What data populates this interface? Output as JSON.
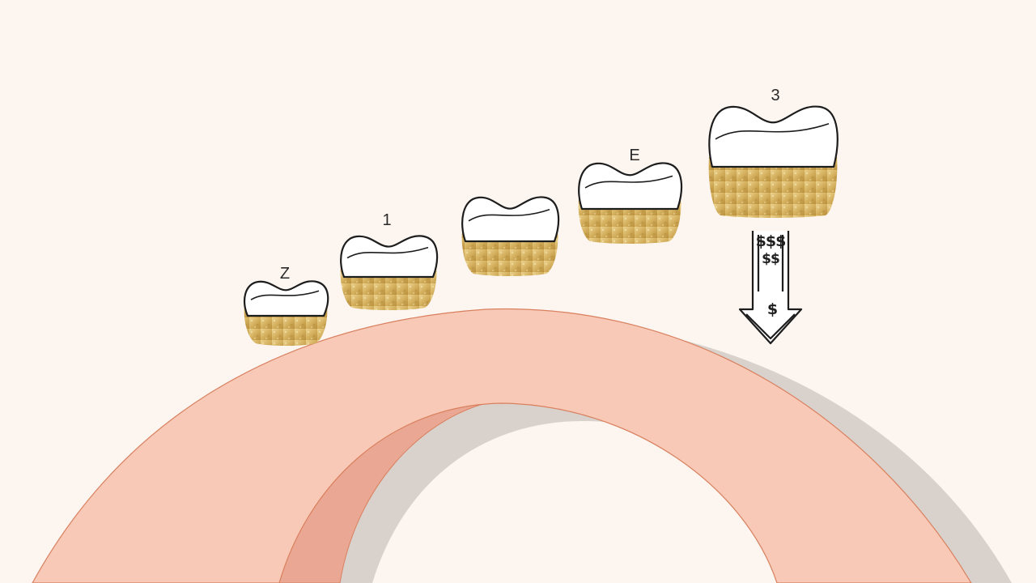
{
  "palette": {
    "background": "#fcf5f0",
    "arch": "#f7c9b6",
    "arch_inner": "#eaa793",
    "arch_outline": "#d9805f",
    "arch_shadow": "#d7d1cc",
    "gold": "#d9b86a",
    "gold_dark": "#b88e3a",
    "tooth": "#ffffff",
    "stroke": "#1d1d1d"
  },
  "teeth": [
    {
      "label": "Z"
    },
    {
      "label": "1"
    },
    {
      "label": ""
    },
    {
      "label": "E"
    },
    {
      "label": "3"
    }
  ],
  "price_arrow": {
    "icon": "down-arrow-icon",
    "top_text": "$$$",
    "bottom_text": "$"
  }
}
